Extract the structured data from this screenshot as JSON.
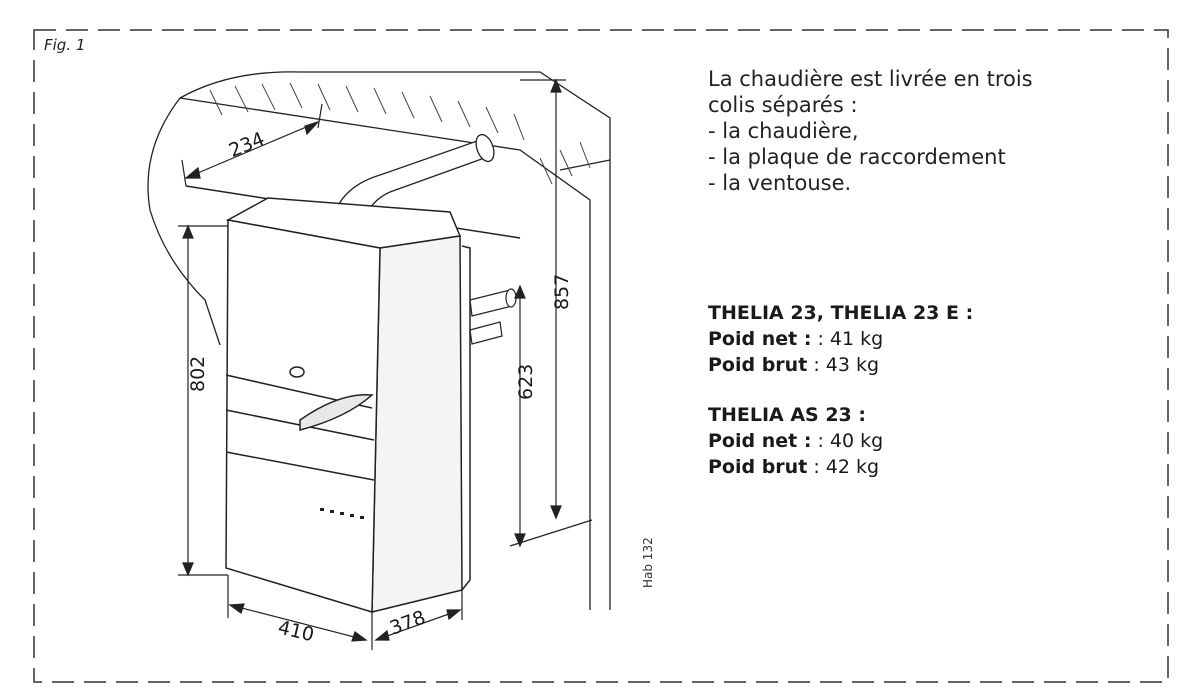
{
  "figure": {
    "label": "Fig. 1",
    "reference": "Hab 132"
  },
  "description": [
    "La chaudière est livrée en trois",
    "colis séparés :",
    "- la chaudière,",
    "- la plaque de raccordement",
    "- la ventouse."
  ],
  "specs": [
    {
      "model": "THELIA 23, THELIA 23 E :",
      "net_label": "Poid net :",
      "net_value": " : 41 kg",
      "gross_label": "Poid brut",
      "gross_value": " : 43 kg"
    },
    {
      "model": "THELIA AS 23 :",
      "net_label": "Poid net :",
      "net_value": " : 40 kg",
      "gross_label": "Poid brut",
      "gross_value": " : 42 kg"
    }
  ],
  "dimensions": {
    "depth_top": "234",
    "height_total": "857",
    "height_unit": "802",
    "height_pipe": "623",
    "width": "410",
    "depth": "378"
  }
}
